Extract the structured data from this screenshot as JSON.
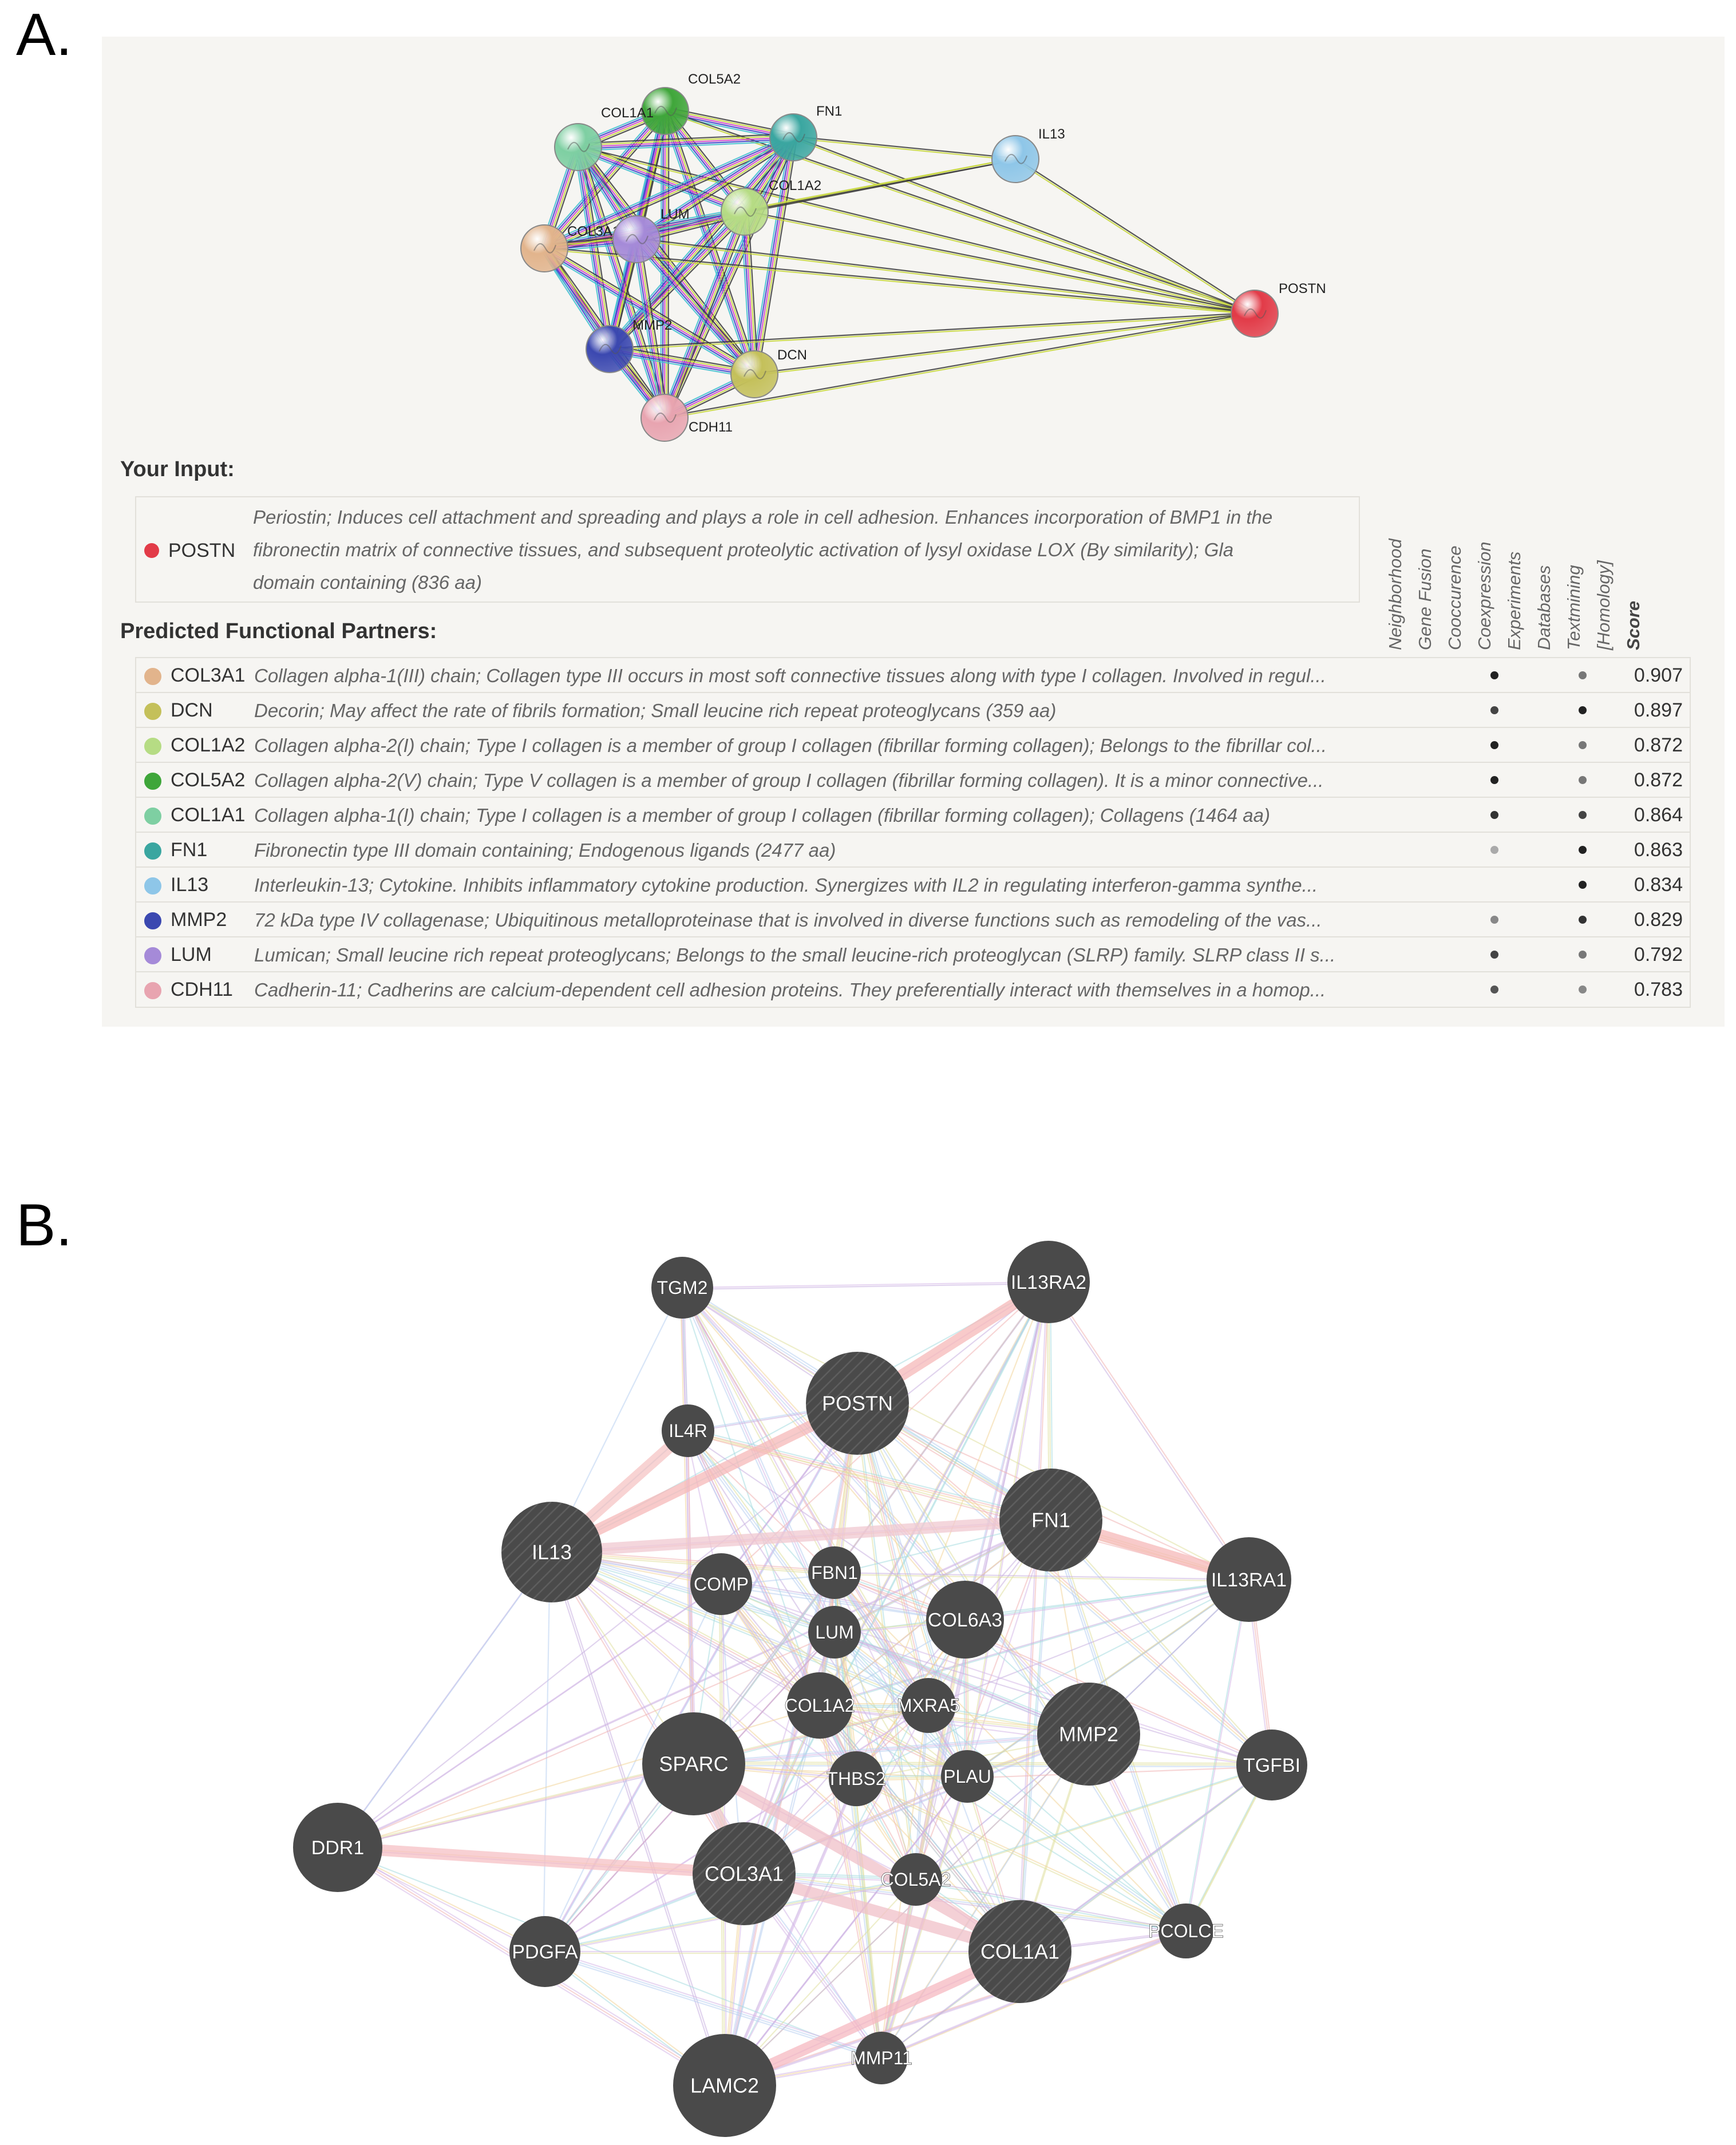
{
  "panel_labels": {
    "a": "A.",
    "b": "B."
  },
  "panelA": {
    "nodes": [
      {
        "id": "COL5A2",
        "label": "COL5A2",
        "color": "#3fa63a"
      },
      {
        "id": "COL1A1",
        "label": "COL1A1",
        "color": "#7ecfa2"
      },
      {
        "id": "FN1",
        "label": "FN1",
        "color": "#3aa6a0"
      },
      {
        "id": "IL13",
        "label": "IL13",
        "color": "#8ec6e8"
      },
      {
        "id": "COL1A2",
        "label": "COL1A2",
        "color": "#b6dc84"
      },
      {
        "id": "COL3A1",
        "label": "COL3A1",
        "color": "#e2b48c"
      },
      {
        "id": "LUM",
        "label": "LUM",
        "color": "#a58ad8"
      },
      {
        "id": "POSTN",
        "label": "POSTN",
        "color": "#e23b48"
      },
      {
        "id": "MMP2",
        "label": "MMP2",
        "color": "#3b48b0"
      },
      {
        "id": "DCN",
        "label": "DCN",
        "color": "#c4c05a"
      },
      {
        "id": "CDH11",
        "label": "CDH11",
        "color": "#e8a4b0"
      }
    ],
    "edges": [
      [
        "COL5A2",
        "COL1A1"
      ],
      [
        "COL5A2",
        "FN1"
      ],
      [
        "COL5A2",
        "COL1A2"
      ],
      [
        "COL5A2",
        "COL3A1"
      ],
      [
        "COL5A2",
        "LUM"
      ],
      [
        "COL5A2",
        "MMP2"
      ],
      [
        "COL5A2",
        "DCN"
      ],
      [
        "COL5A2",
        "CDH11"
      ],
      [
        "COL5A2",
        "POSTN"
      ],
      [
        "COL1A1",
        "FN1"
      ],
      [
        "COL1A1",
        "COL1A2"
      ],
      [
        "COL1A1",
        "COL3A1"
      ],
      [
        "COL1A1",
        "LUM"
      ],
      [
        "COL1A1",
        "MMP2"
      ],
      [
        "COL1A1",
        "DCN"
      ],
      [
        "COL1A1",
        "CDH11"
      ],
      [
        "COL1A1",
        "POSTN"
      ],
      [
        "FN1",
        "IL13"
      ],
      [
        "FN1",
        "COL1A2"
      ],
      [
        "FN1",
        "COL3A1"
      ],
      [
        "FN1",
        "LUM"
      ],
      [
        "FN1",
        "MMP2"
      ],
      [
        "FN1",
        "DCN"
      ],
      [
        "FN1",
        "CDH11"
      ],
      [
        "FN1",
        "POSTN"
      ],
      [
        "IL13",
        "POSTN"
      ],
      [
        "IL13",
        "COL1A2"
      ],
      [
        "IL13",
        "COL3A1"
      ],
      [
        "COL1A2",
        "COL3A1"
      ],
      [
        "COL1A2",
        "LUM"
      ],
      [
        "COL1A2",
        "MMP2"
      ],
      [
        "COL1A2",
        "DCN"
      ],
      [
        "COL1A2",
        "CDH11"
      ],
      [
        "COL1A2",
        "POSTN"
      ],
      [
        "COL3A1",
        "LUM"
      ],
      [
        "COL3A1",
        "MMP2"
      ],
      [
        "COL3A1",
        "DCN"
      ],
      [
        "COL3A1",
        "CDH11"
      ],
      [
        "COL3A1",
        "POSTN"
      ],
      [
        "LUM",
        "MMP2"
      ],
      [
        "LUM",
        "DCN"
      ],
      [
        "LUM",
        "CDH11"
      ],
      [
        "LUM",
        "POSTN"
      ],
      [
        "MMP2",
        "DCN"
      ],
      [
        "MMP2",
        "CDH11"
      ],
      [
        "MMP2",
        "POSTN"
      ],
      [
        "DCN",
        "CDH11"
      ],
      [
        "DCN",
        "POSTN"
      ],
      [
        "CDH11",
        "POSTN"
      ]
    ],
    "your_input_title": "Your Input:",
    "input": {
      "gene": "POSTN",
      "color": "#e23b48",
      "lines": [
        "Periostin; Induces cell attachment and spreading and plays a role in cell adhesion. Enhances incorporation of BMP1 in the",
        "fibronectin matrix of connective tissues, and subsequent proteolytic activation of lysyl oxidase LOX (By similarity); Gla",
        "domain containing (836 aa)"
      ]
    },
    "partners_title": "Predicted Functional Partners:",
    "evidence_columns": [
      "Neighborhood",
      "Gene Fusion",
      "Cooccurence",
      "Coexpression",
      "Experiments",
      "Databases",
      "Textmining",
      "[Homology]",
      "Score"
    ],
    "partners": [
      {
        "gene": "COL3A1",
        "color": "#e2b48c",
        "desc": "Collagen alpha-1(III) chain; Collagen type III occurs in most soft connective tissues along with type I collagen. Involved in regul...",
        "exp": "#222",
        "text": "#777",
        "score": "0.907"
      },
      {
        "gene": "DCN",
        "color": "#c4c05a",
        "desc": "Decorin; May affect the rate of fibrils formation; Small leucine rich repeat proteoglycans (359 aa)",
        "exp": "#444",
        "text": "#222",
        "score": "0.897"
      },
      {
        "gene": "COL1A2",
        "color": "#b6dc84",
        "desc": "Collagen alpha-2(I) chain; Type I collagen is a member of group I collagen (fibrillar forming collagen); Belongs to the fibrillar col...",
        "exp": "#222",
        "text": "#777",
        "score": "0.872"
      },
      {
        "gene": "COL5A2",
        "color": "#3fa63a",
        "desc": "Collagen alpha-2(V) chain; Type V collagen is a member of group I collagen (fibrillar forming collagen). It is a minor connective...",
        "exp": "#222",
        "text": "#777",
        "score": "0.872"
      },
      {
        "gene": "COL1A1",
        "color": "#7ecfa2",
        "desc": "Collagen alpha-1(I) chain; Type I collagen is a member of group I collagen (fibrillar forming collagen); Collagens (1464 aa)",
        "exp": "#333",
        "text": "#444",
        "score": "0.864"
      },
      {
        "gene": "FN1",
        "color": "#3aa6a0",
        "desc": "Fibronectin type III domain containing; Endogenous ligands (2477 aa)",
        "exp": "#aaa",
        "text": "#222",
        "score": "0.863"
      },
      {
        "gene": "IL13",
        "color": "#8ec6e8",
        "desc": "Interleukin-13; Cytokine. Inhibits inflammatory cytokine production. Synergizes with IL2 in regulating interferon-gamma synthe...",
        "exp": "",
        "text": "#222",
        "score": "0.834"
      },
      {
        "gene": "MMP2",
        "color": "#3b48b0",
        "desc": "72 kDa type IV collagenase; Ubiquitinous metalloproteinase that is involved in diverse functions such as remodeling of the vas...",
        "exp": "#888",
        "text": "#333",
        "score": "0.829"
      },
      {
        "gene": "LUM",
        "color": "#a58ad8",
        "desc": "Lumican; Small leucine rich repeat proteoglycans; Belongs to the small leucine-rich proteoglycan (SLRP) family. SLRP class II s...",
        "exp": "#444",
        "text": "#777",
        "score": "0.792"
      },
      {
        "gene": "CDH11",
        "color": "#e8a4b0",
        "desc": "Cadherin-11; Cadherins are calcium-dependent cell adhesion proteins. They preferentially interact with themselves in a homop...",
        "exp": "#555",
        "text": "#888",
        "score": "0.783"
      }
    ]
  },
  "panelB": {
    "nodes": [
      {
        "id": "TGM2",
        "label": "TGM2",
        "hatched": false
      },
      {
        "id": "IL13RA2",
        "label": "IL13RA2",
        "hatched": false
      },
      {
        "id": "POSTN",
        "label": "POSTN",
        "hatched": true
      },
      {
        "id": "IL4R",
        "label": "IL4R",
        "hatched": false
      },
      {
        "id": "IL13",
        "label": "IL13",
        "hatched": true
      },
      {
        "id": "FN1",
        "label": "FN1",
        "hatched": true
      },
      {
        "id": "IL13RA1",
        "label": "IL13RA1",
        "hatched": false
      },
      {
        "id": "COMP",
        "label": "COMP",
        "hatched": false
      },
      {
        "id": "FBN1",
        "label": "FBN1",
        "hatched": false
      },
      {
        "id": "COL6A3",
        "label": "COL6A3",
        "hatched": false
      },
      {
        "id": "LUM",
        "label": "LUM",
        "hatched": false
      },
      {
        "id": "COL1A2",
        "label": "COL1A2",
        "hatched": false
      },
      {
        "id": "MXRA5",
        "label": "MXRA5",
        "hatched": false
      },
      {
        "id": "MMP2",
        "label": "MMP2",
        "hatched": true
      },
      {
        "id": "SPARC",
        "label": "SPARC",
        "hatched": false
      },
      {
        "id": "THBS2",
        "label": "THBS2",
        "hatched": false
      },
      {
        "id": "PLAU",
        "label": "PLAU",
        "hatched": false
      },
      {
        "id": "TGFBI",
        "label": "TGFBI",
        "hatched": false
      },
      {
        "id": "DDR1",
        "label": "DDR1",
        "hatched": false
      },
      {
        "id": "COL3A1",
        "label": "COL3A1",
        "hatched": true
      },
      {
        "id": "COL5A2",
        "label": "COL5A2",
        "hatched": false
      },
      {
        "id": "PCOLCE",
        "label": "PCOLCE",
        "hatched": false
      },
      {
        "id": "COL1A1",
        "label": "COL1A1",
        "hatched": true
      },
      {
        "id": "PDGFA",
        "label": "PDGFA",
        "hatched": false
      },
      {
        "id": "MMP11",
        "label": "MMP11",
        "hatched": false
      },
      {
        "id": "LAMC2",
        "label": "LAMC2",
        "hatched": false
      }
    ],
    "thick_edges": [
      [
        "POSTN",
        "IL13RA2",
        "#f5b8b8"
      ],
      [
        "IL13",
        "POSTN",
        "#f5b8b8"
      ],
      [
        "IL13",
        "FN1",
        "#f0c8d0"
      ],
      [
        "FN1",
        "IL13RA1",
        "#f5b8b8"
      ],
      [
        "DDR1",
        "COL3A1",
        "#f5c0c4"
      ],
      [
        "LAMC2",
        "COL1A1",
        "#f5b8c0"
      ],
      [
        "SPARC",
        "COL1A1",
        "#f0c0c8"
      ],
      [
        "COL3A1",
        "COL1A1",
        "#f0c0c8"
      ],
      [
        "IL4R",
        "IL13",
        "#f5c4c4"
      ],
      [
        "SPARC",
        "COL3A1",
        "#f0c8cc"
      ]
    ],
    "edge_colors": [
      "#c9b0e0",
      "#d6b8e8",
      "#f0b4b4",
      "#b8d0f0",
      "#f3d59a",
      "#a8dce0",
      "#e0e0a0"
    ]
  }
}
